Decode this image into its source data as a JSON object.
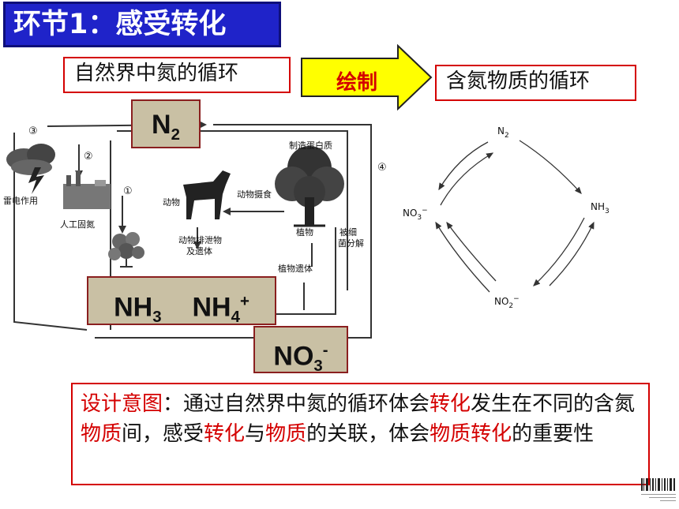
{
  "header": {
    "title": "环节1：感受转化"
  },
  "left_label": "自然界中氮的循环",
  "arrow_label": "绘制",
  "right_label": "含氮物质的循环",
  "chem_labels": {
    "n2": {
      "base": "N",
      "sub": "2"
    },
    "nh3": {
      "base": "NH",
      "sub": "3"
    },
    "nh4": {
      "base": "NH",
      "sub": "4",
      "sup": "+"
    },
    "no3": {
      "base": "NO",
      "sub": "3",
      "sup": "-"
    }
  },
  "cycle_image": {
    "markers": [
      "③",
      "②",
      "①",
      "④"
    ],
    "labels": {
      "lightning": "雷电作用",
      "artificial": "人工固氮",
      "animal": "动物",
      "animal_eat": "动物摄食",
      "protein": "制造蛋白质",
      "excrete_1": "动物排泄物",
      "excrete_2": "及遗体",
      "plant": "植物",
      "bacteria_1": "被细",
      "bacteria_2": "菌分解",
      "plant_remains": "植物遗体"
    }
  },
  "substance_cycle": {
    "n2": "N",
    "n2_sub": "2",
    "nh3": "NH",
    "nh3_sub": "3",
    "no3": "NO",
    "no3_sub": "3",
    "no3_sup": "−",
    "no2": "NO",
    "no2_sub": "2",
    "no2_sup": "−"
  },
  "note": {
    "parts": [
      {
        "text": "设计意图",
        "highlight": true
      },
      {
        "text": "：通过自然界中氮的循环体会",
        "highlight": false
      },
      {
        "text": "转化",
        "highlight": true
      },
      {
        "text": "发生在不同的含氮",
        "highlight": false
      },
      {
        "text": "物质",
        "highlight": true
      },
      {
        "text": "间，感受",
        "highlight": false
      },
      {
        "text": "转化",
        "highlight": true
      },
      {
        "text": "与",
        "highlight": false
      },
      {
        "text": "物质",
        "highlight": true
      },
      {
        "text": "的关联，体会",
        "highlight": false
      },
      {
        "text": "物质转化",
        "highlight": true
      },
      {
        "text": "的重要性",
        "highlight": false
      }
    ]
  },
  "colors": {
    "title_bg": "#1f23c9",
    "accent_red": "#d40000",
    "arrow_yellow": "#ffff00",
    "chem_bg": "#c9c0a4"
  }
}
